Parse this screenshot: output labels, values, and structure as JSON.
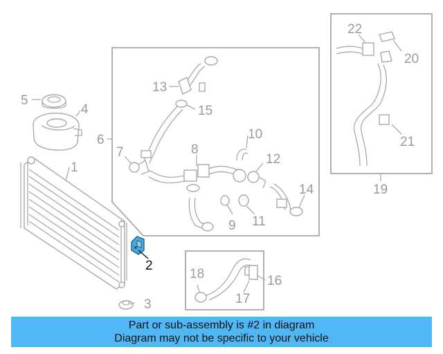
{
  "colors": {
    "highlight_part": "#4aa8dd",
    "banner_background": "#4fb8f4",
    "line_gray": "#a9a9a9"
  },
  "callouts": {
    "c1": "1",
    "c2": "2",
    "c3": "3",
    "c4": "4",
    "c5": "5",
    "c6": "6",
    "c7": "7",
    "c8": "8",
    "c9": "9",
    "c10": "10",
    "c11": "11",
    "c12": "12",
    "c13": "13",
    "c14": "14",
    "c15": "15",
    "c16": "16",
    "c17": "17",
    "c18": "18",
    "c19": "19",
    "c20": "20",
    "c21": "21",
    "c22": "22"
  },
  "highlighted_part": "2",
  "banner": {
    "line1": "Part or sub-assembly is #2 in diagram",
    "line2": "Diagram may not be specific to your vehicle"
  }
}
